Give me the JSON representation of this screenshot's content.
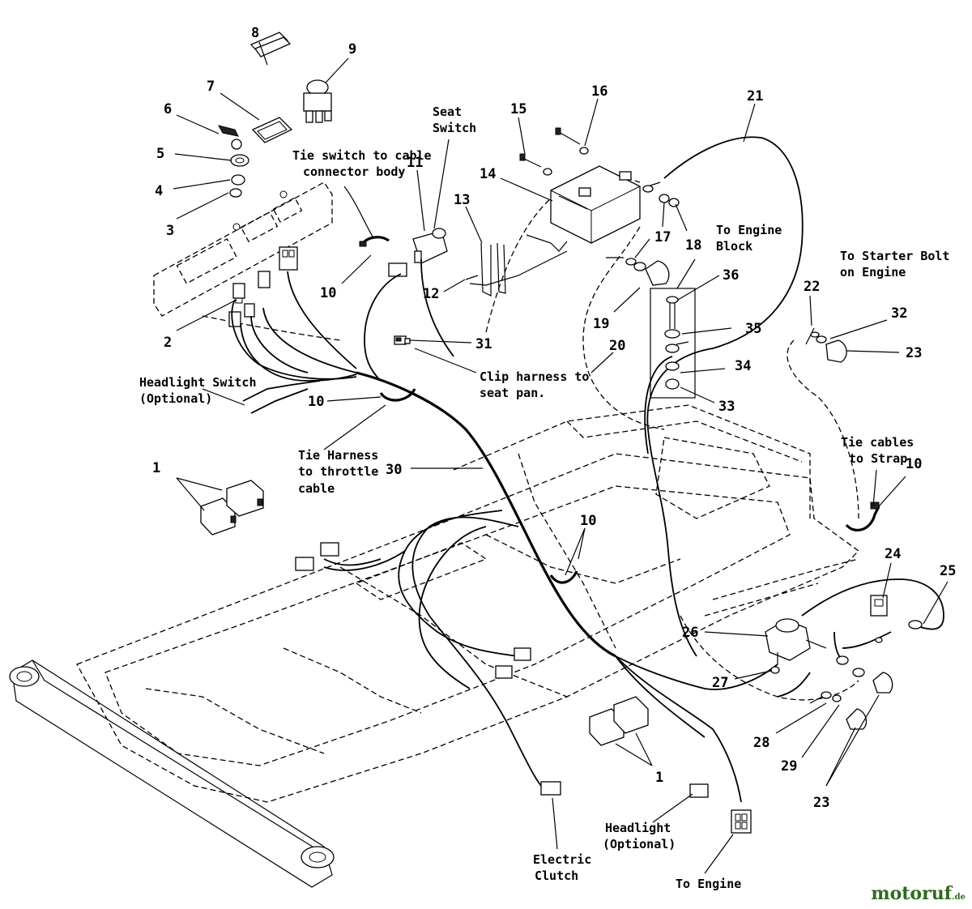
{
  "callouts": [
    {
      "id": "c8",
      "text": "8"
    },
    {
      "id": "c9",
      "text": "9"
    },
    {
      "id": "c7",
      "text": "7"
    },
    {
      "id": "c6",
      "text": "6"
    },
    {
      "id": "c5",
      "text": "5"
    },
    {
      "id": "c4",
      "text": "4"
    },
    {
      "id": "c3",
      "text": "3"
    },
    {
      "id": "c2",
      "text": "2"
    },
    {
      "id": "c10a",
      "text": "10"
    },
    {
      "id": "c11",
      "text": "11"
    },
    {
      "id": "c12",
      "text": "12"
    },
    {
      "id": "c13",
      "text": "13"
    },
    {
      "id": "c14",
      "text": "14"
    },
    {
      "id": "c15",
      "text": "15"
    },
    {
      "id": "c16",
      "text": "16"
    },
    {
      "id": "c17",
      "text": "17"
    },
    {
      "id": "c18",
      "text": "18"
    },
    {
      "id": "c19",
      "text": "19"
    },
    {
      "id": "c20",
      "text": "20"
    },
    {
      "id": "c21",
      "text": "21"
    },
    {
      "id": "c31",
      "text": "31"
    },
    {
      "id": "c10b",
      "text": "10"
    },
    {
      "id": "c30",
      "text": "30"
    },
    {
      "id": "c1a",
      "text": "1"
    },
    {
      "id": "c10c",
      "text": "10"
    },
    {
      "id": "c36",
      "text": "36"
    },
    {
      "id": "c35",
      "text": "35"
    },
    {
      "id": "c34",
      "text": "34"
    },
    {
      "id": "c33",
      "text": "33"
    },
    {
      "id": "c22",
      "text": "22"
    },
    {
      "id": "c32",
      "text": "32"
    },
    {
      "id": "c23a",
      "text": "23"
    },
    {
      "id": "c10d",
      "text": "10"
    },
    {
      "id": "c24",
      "text": "24"
    },
    {
      "id": "c25",
      "text": "25"
    },
    {
      "id": "c26",
      "text": "26"
    },
    {
      "id": "c27",
      "text": "27"
    },
    {
      "id": "c28",
      "text": "28"
    },
    {
      "id": "c29",
      "text": "29"
    },
    {
      "id": "c23b",
      "text": "23"
    },
    {
      "id": "c1b",
      "text": "1"
    }
  ],
  "labels": {
    "seat_switch": [
      "Seat",
      "Switch"
    ],
    "tie_switch": [
      "Tie switch to cable",
      "connector body"
    ],
    "to_engine_block": [
      "To Engine",
      "Block"
    ],
    "to_starter_bolt": [
      "To Starter Bolt",
      "on Engine"
    ],
    "headlight_switch": [
      "Headlight Switch",
      "(Optional)"
    ],
    "clip_harness": [
      "Clip harness to",
      "seat pan."
    ],
    "tie_harness": [
      "Tie Harness",
      "to throttle",
      "cable"
    ],
    "tie_cables": [
      "Tie cables",
      "to Strap"
    ],
    "headlight": [
      "Headlight",
      "(Optional)"
    ],
    "electric_clutch": [
      "Electric",
      "Clutch"
    ],
    "to_engine": "To Engine"
  },
  "watermark": {
    "brand": "motoruf",
    "tld": ".de"
  }
}
